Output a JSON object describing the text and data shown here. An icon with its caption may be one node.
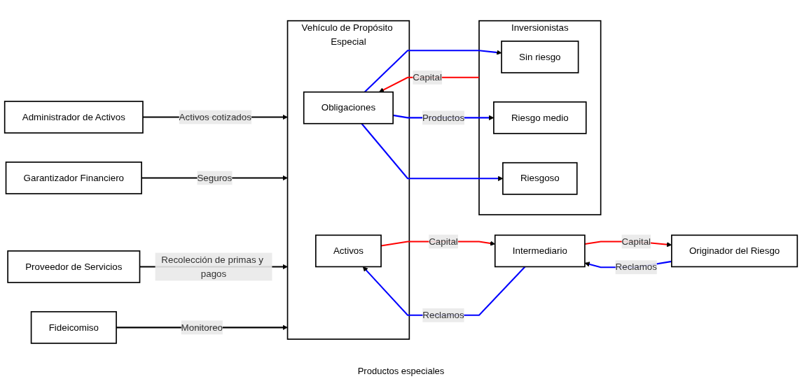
{
  "diagram": {
    "nodes": [
      {
        "text": [
          "Administrador de Activos"
        ]
      },
      {
        "text": [
          "Garantizador Financiero"
        ]
      },
      {
        "text": [
          "Vehículo de Propósito Especial"
        ]
      },
      {
        "text": [
          "Activos"
        ],
        "in": 2
      },
      {
        "text": [
          "Obligaciones"
        ],
        "in": 2
      },
      {
        "text": [
          "Intermediario"
        ]
      },
      {
        "text": [
          "Inversionistas"
        ]
      },
      {
        "text": [
          "Sin riesgo"
        ],
        "in": 6
      },
      {
        "text": [
          "Riesgo medio"
        ],
        "in": 6
      },
      {
        "text": [
          "Riesgoso"
        ],
        "in": 6
      },
      {
        "text": [
          "Originador del Riesgo"
        ]
      },
      {
        "text": [
          "Proveedor de Servicios"
        ]
      },
      {
        "text": [
          "Fideicomiso"
        ]
      }
    ],
    "edges": [
      {
        "from": 0,
        "to": 2,
        "arrow": "to",
        "label": "Activos cotizados",
        "color": "#000000"
      },
      {
        "from": 1,
        "to": 2,
        "arrow": "to",
        "label": "Seguros",
        "color": "#000000"
      },
      {
        "from": 3,
        "to": 5,
        "arrow": "to",
        "label": "Capital",
        "color": "#ff0000"
      },
      {
        "from": 5,
        "to": 3,
        "arrow": "to",
        "label": "Reclamos",
        "color": "#0000ff"
      },
      {
        "from": 6,
        "to": 4,
        "arrow": "to",
        "label": "Capital",
        "color": "#ff0000"
      },
      {
        "from": 4,
        "to": 7,
        "arrow": "to",
        "color": "#0000ff"
      },
      {
        "from": 4,
        "to": 8,
        "arrow": "to",
        "label": "Productos",
        "color": "#0000ff"
      },
      {
        "from": 4,
        "to": 9,
        "arrow": "to",
        "color": "#0000ff"
      },
      {
        "from": 5,
        "to": 10,
        "arrow": "to",
        "label": "Capital",
        "color": "#ff0000"
      },
      {
        "from": 10,
        "to": 5,
        "arrow": "to",
        "label": "Reclamos",
        "color": "#0000ff"
      },
      {
        "from": 11,
        "to": 2,
        "arrow": "to",
        "label": "Recolección de primas y pagos",
        "color": "#000000"
      },
      {
        "from": 12,
        "to": 2,
        "arrow": "to",
        "label": "Monitoreo",
        "color": "#000000"
      }
    ],
    "labels": [
      "Productos especiales"
    ]
  }
}
